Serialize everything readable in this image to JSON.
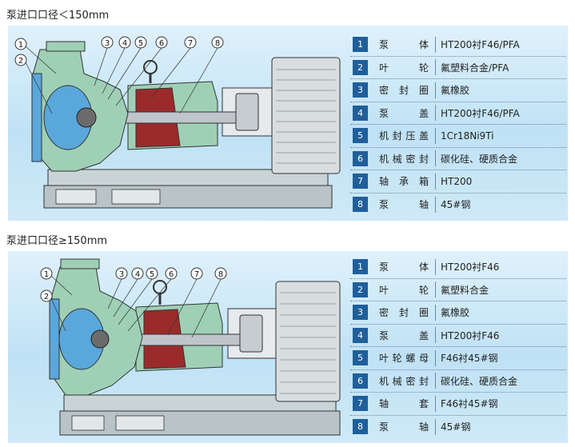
{
  "sections": [
    {
      "title": "泵进口口径＜150mm",
      "callouts": [
        "1",
        "2",
        "3",
        "4",
        "5",
        "6",
        "7",
        "8"
      ],
      "parts": [
        {
          "num": "1",
          "name": "泵体",
          "material": "HT200衬F46/PFA"
        },
        {
          "num": "2",
          "name": "叶轮",
          "material": "氟塑料合金/PFA"
        },
        {
          "num": "3",
          "name": "密封圈",
          "material": "氟橡胶"
        },
        {
          "num": "4",
          "name": "泵盖",
          "material": "HT200衬F46/PFA"
        },
        {
          "num": "5",
          "name": "机封压盖",
          "material": "1Cr18Ni9Ti"
        },
        {
          "num": "6",
          "name": "机械密封",
          "material": "碳化硅、硬质合金"
        },
        {
          "num": "7",
          "name": "轴承箱",
          "material": "HT200"
        },
        {
          "num": "8",
          "name": "泵轴",
          "material": "45#钢"
        }
      ]
    },
    {
      "title": "泵进口口径≥150mm",
      "callouts": [
        "1",
        "2",
        "3",
        "4",
        "5",
        "6",
        "7",
        "8"
      ],
      "parts": [
        {
          "num": "1",
          "name": "泵体",
          "material": "HT200衬F46"
        },
        {
          "num": "2",
          "name": "叶轮",
          "material": "氟塑料合金"
        },
        {
          "num": "3",
          "name": "密封圈",
          "material": "氟橡胶"
        },
        {
          "num": "4",
          "name": "泵盖",
          "material": "HT200衬F46"
        },
        {
          "num": "5",
          "name": "叶轮螺母",
          "material": "F46衬45#钢"
        },
        {
          "num": "6",
          "name": "机械密封",
          "material": "碳化硅、硬质合金"
        },
        {
          "num": "7",
          "name": "轴套",
          "material": "F46衬45#钢"
        },
        {
          "num": "8",
          "name": "泵轴",
          "material": "45#钢"
        }
      ]
    }
  ],
  "colors": {
    "panel_blue": "#cfe9f7",
    "badge_blue": "#1f5f9a",
    "pump_casing": "#9fd0b6",
    "motor_grey": "#d8dde0",
    "impeller_blue": "#5aa7dc",
    "bearing_red": "#9b2b2b"
  }
}
